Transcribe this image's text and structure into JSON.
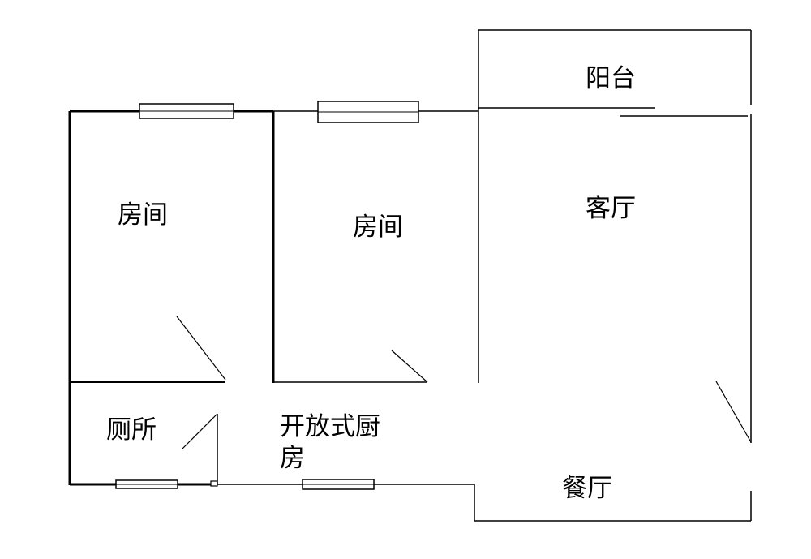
{
  "rooms": {
    "balcony": "阳台",
    "bedroom_1": "房间",
    "bedroom_2": "房间",
    "living_room": "客厅",
    "toilet": "厕所",
    "kitchen_line1": "开放式厨",
    "kitchen_line2": "房",
    "dining_room": "餐厅"
  },
  "colors": {
    "line": "#000000",
    "background": "#ffffff"
  }
}
